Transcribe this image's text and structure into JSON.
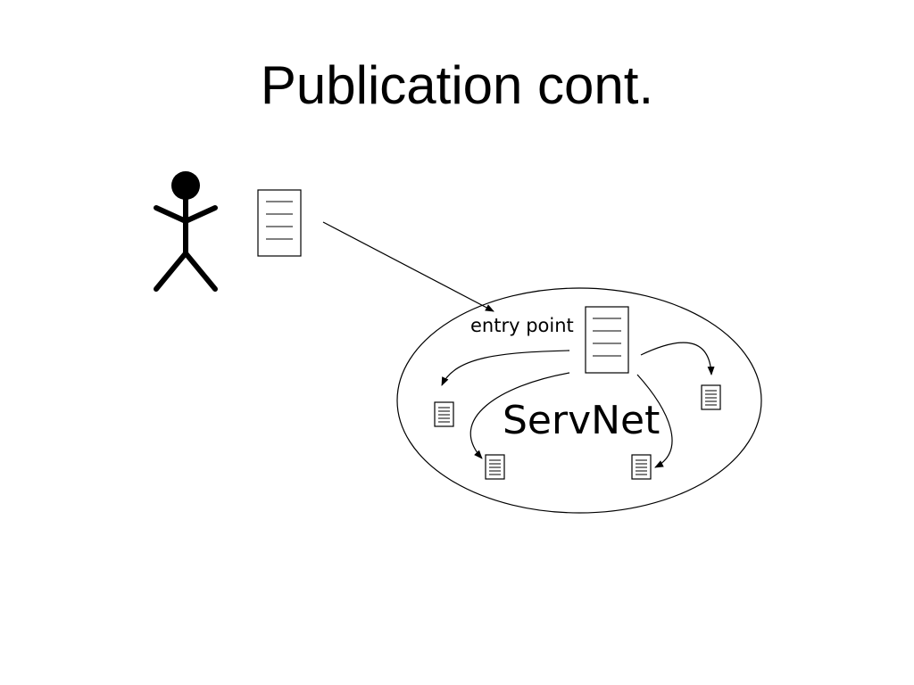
{
  "slide": {
    "title": "Publication cont."
  },
  "diagram": {
    "entry_label": "entry point",
    "network_label": "ServNet",
    "colors": {
      "stroke": "#000000",
      "background": "#ffffff",
      "document_fill": "#ffffff"
    },
    "icons": [
      "person-icon",
      "document-icon",
      "arrow-icon"
    ]
  }
}
